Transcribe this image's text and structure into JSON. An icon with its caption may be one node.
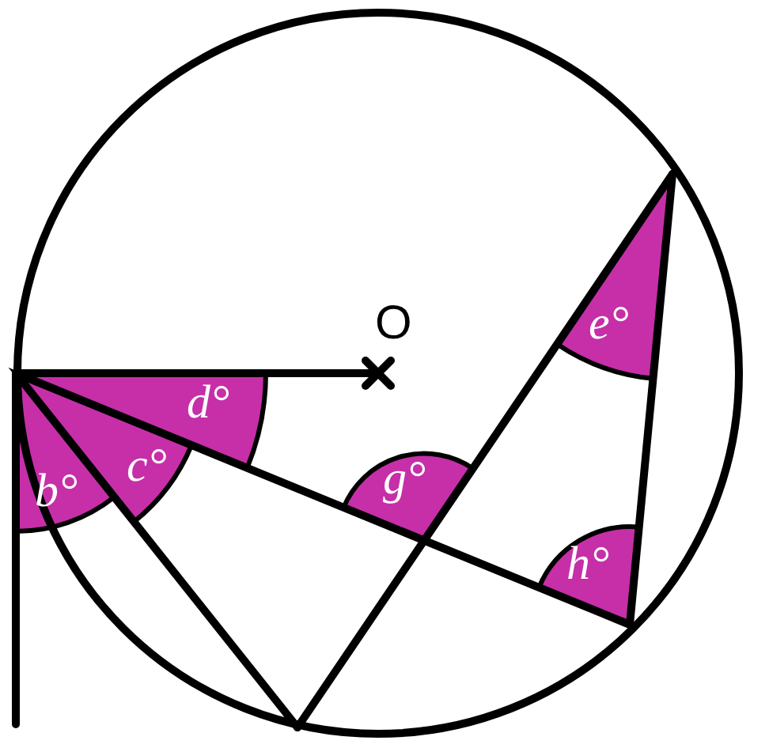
{
  "diagram": {
    "labels": [
      "O",
      "e°",
      "d°",
      "b°",
      "c°",
      "g°",
      "h°"
    ]
  }
}
